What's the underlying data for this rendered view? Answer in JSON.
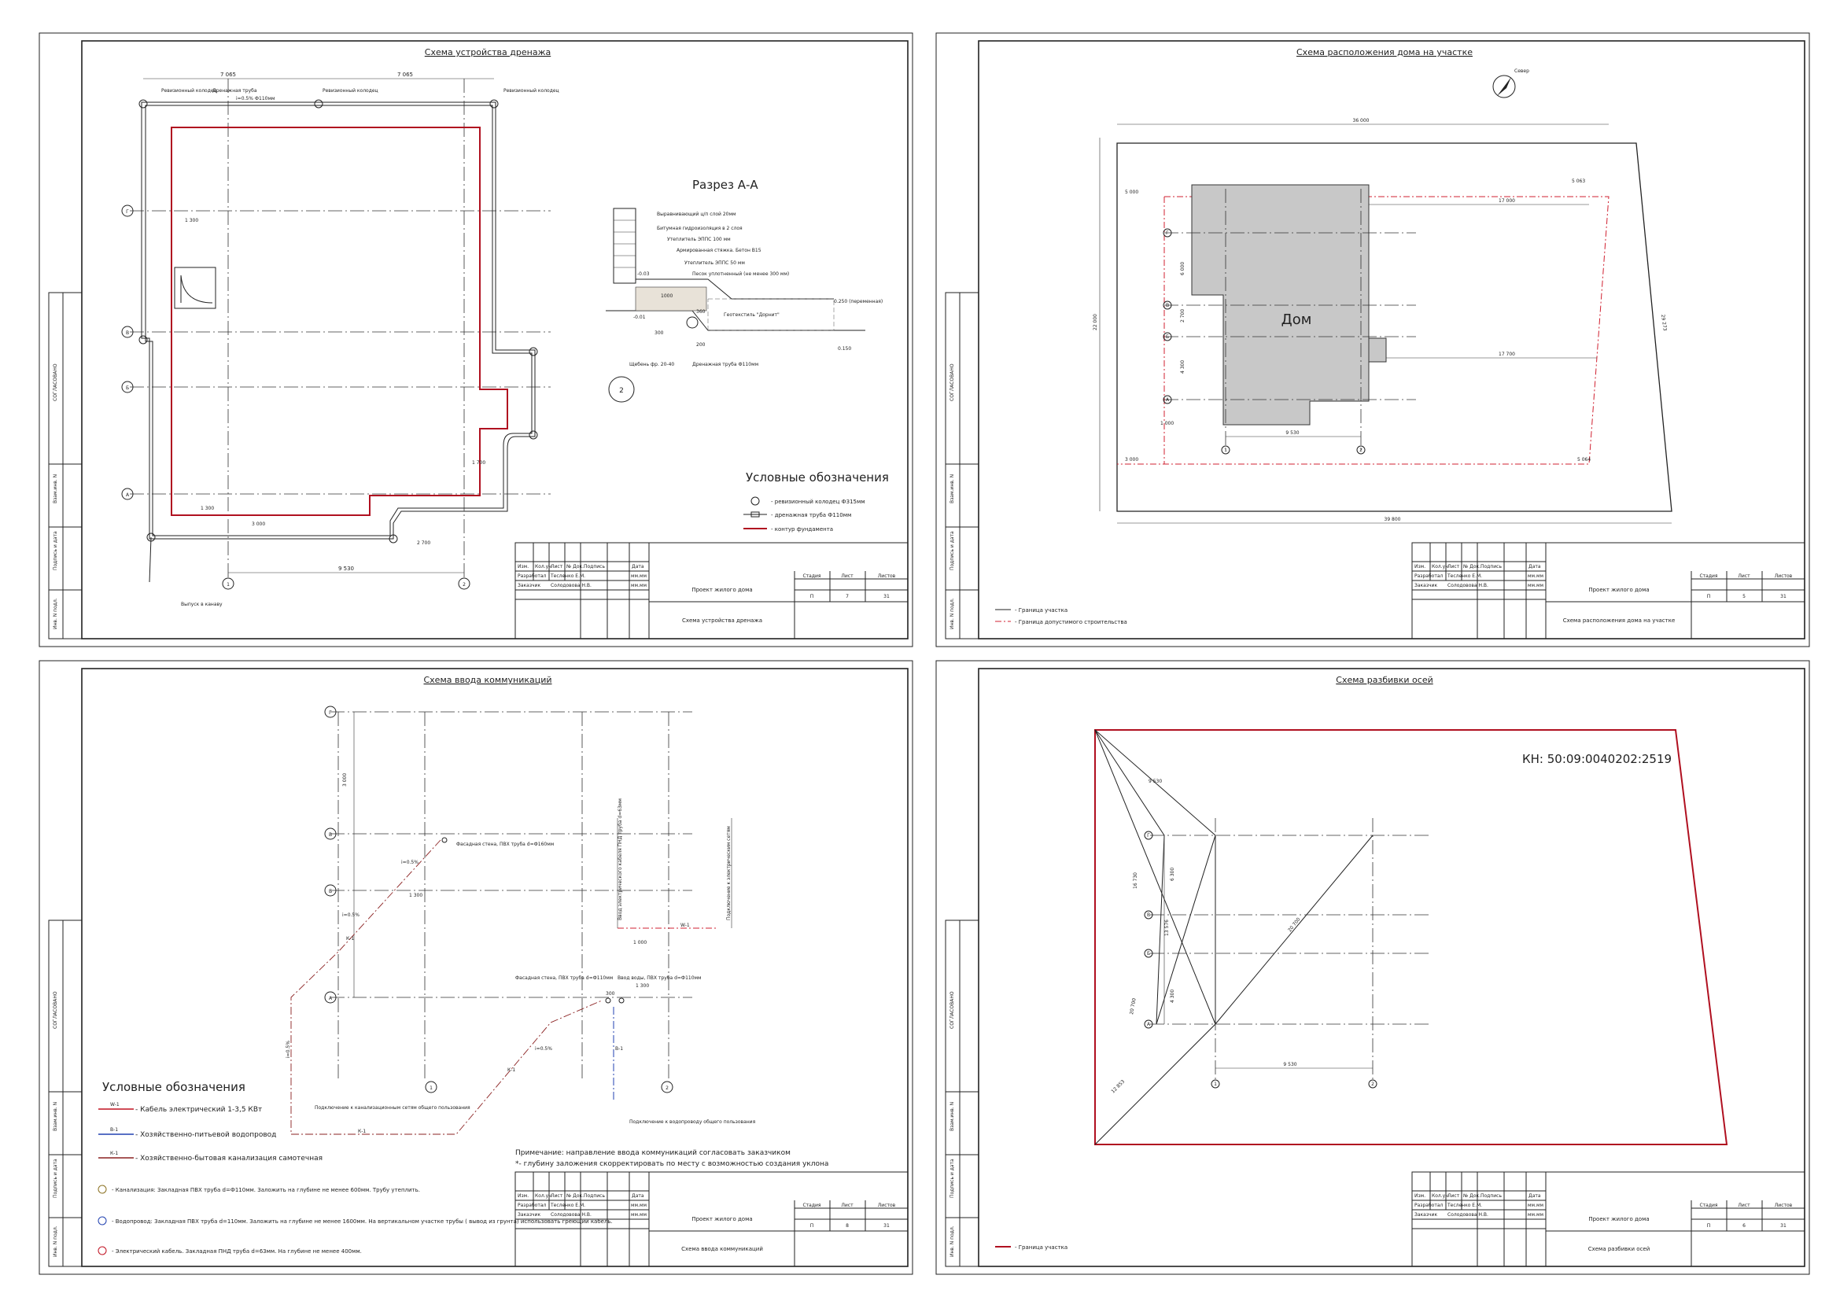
{
  "sheets": {
    "tl": {
      "title": "Схема устройства дренажа",
      "section": "Разрез А-А",
      "legend_title": "Условные обозначения",
      "legend": [
        "- ревизионный колодец Ф315мм",
        "- дренажная труба Ф110мм",
        "- контур фундамента"
      ],
      "layers": [
        "Выравнивающий ц/п слой  20мм",
        "Битумная гидроизоляция в 2 слоя",
        "Утеплитель ЭППС  100 мм",
        "Армированная стяжка. Бетон В15",
        "Утеплитель ЭППС  50 мм",
        "Песок уплотненный (не менее 300 мм)",
        "Геотекстиль \"Дорнит\"",
        "Щебень фр. 20-40",
        "Дренажная труба Ф110мм"
      ],
      "marks": [
        "-0.03",
        "-0.01",
        "0.250 (переменная)",
        "0.150",
        "1000",
        "360",
        "200",
        "300"
      ],
      "detail": "2",
      "axes": [
        "Г",
        "В",
        "Б",
        "А",
        "1",
        "2"
      ],
      "dims": [
        "7 065",
        "7 065",
        "9 530",
        "1 300",
        "2 700",
        "1 700",
        "3 000",
        "1 300"
      ],
      "well_label": "Ревизионный колодец",
      "pipe_label": "Дренажная труба",
      "slope_label": "i=0.5% Ф110мм",
      "outlet": "Выпуск в канаву",
      "stamp": {
        "project": "Проект жилого дома",
        "sheet_name": "Схема устройства дренажа",
        "stage": "П",
        "sheet": "7",
        "sheets": "31"
      }
    },
    "tr": {
      "title": "Схема расположения дома на участке",
      "north": "Север",
      "house": "Дом",
      "dims": [
        "36 000",
        "39 800",
        "22 000",
        "17 000",
        "17 700",
        "9 530",
        "5 000",
        "3 000",
        "5 063",
        "5 064",
        "29 273",
        "1 000",
        "6 000",
        "4 300",
        "2 700"
      ],
      "axes": [
        "Г",
        "В",
        "Б",
        "А",
        "1",
        "2"
      ],
      "legend": [
        "- Граница участка",
        "- Граница допустимого строительства"
      ],
      "stamp": {
        "project": "Проект жилого дома",
        "sheet_name": "Схема расположения дома на участке",
        "stage": "П",
        "sheet": "5",
        "sheets": "31"
      }
    },
    "bl": {
      "title": "Схема ввода коммуникаций",
      "labels": [
        "Фасадная стена, ПВХ труба d=Ф160мм",
        "Фасадная стена, ПВХ труба d=Ф110мм",
        "Ввод воды, ПВХ труба d=Ф110мм",
        "Ввод электрического кабеля ПНД труба d=63мм",
        "Подключение к электрическим сетям",
        "Подключение к канализационным сетям общего пользования",
        "Подключение к водопроводу общего пользования",
        "i=0.5%",
        "i=0.5%",
        "i=0.5%",
        "i=0.5%"
      ],
      "pipes": [
        "К-1",
        "К-1",
        "К-1",
        "В-1",
        "W-1"
      ],
      "dims": [
        "1 300",
        "1 000",
        "1 300",
        "300",
        "3 000"
      ],
      "axes": [
        "Г",
        "В",
        "Б",
        "А",
        "1",
        "2"
      ],
      "legend_title": "Условные обозначения",
      "legend": [
        {
          "code": "W-1",
          "text": "- Кабель электрический 1-3,5 КВт"
        },
        {
          "code": "В-1",
          "text": "- Хозяйственно-питьевой водопровод"
        },
        {
          "code": "К-1",
          "text": "- Хозяйственно-бытовая канализация самотечная"
        }
      ],
      "notes": [
        "- Канализация: Закладная ПВХ труба d=Ф110мм. Заложить на глубине не менее 600мм. Трубу утеплить.",
        "- Водопровод: Закладная ПВХ труба d=110мм. Заложить на глубине не менее 1600мм. На вертикальном участке трубы ( вывод из грунта) использовать греющий кабель.",
        "- Электрический кабель. Закладная ПНД труба d=63мм. На глубине не менее 400мм."
      ],
      "remark1": "Примечание: направление ввода коммуникаций согласовать заказчиком",
      "remark2": "*- глубину заложения скорректировать по месту с возможностью создания уклона",
      "stamp": {
        "project": "Проект жилого дома",
        "sheet_name": "Схема ввода коммуникаций",
        "stage": "П",
        "sheet": "8",
        "sheets": "31"
      }
    },
    "br": {
      "title": "Схема разбивки осей",
      "cadastre": "КН: 50:09:0040202:2519",
      "dims": [
        "9 530",
        "16 730",
        "20 700",
        "12 853",
        "9 530",
        "6 300",
        "4 300",
        "13 576",
        "20 700"
      ],
      "axes": [
        "Г",
        "В",
        "Б",
        "А",
        "1",
        "2"
      ],
      "legend": [
        "- Граница участка"
      ],
      "stamp": {
        "project": "Проект жилого дома",
        "sheet_name": "Схема разбивки осей",
        "stage": "П",
        "sheet": "6",
        "sheets": "31"
      }
    }
  },
  "stamp_common": {
    "headers": [
      "Изм.",
      "Кол.уч",
      "Лист",
      "№ Док.",
      "Подпись",
      "Дата"
    ],
    "roles": [
      "Разработал",
      "Заказчик"
    ],
    "names": [
      "Тесленко Е.М.",
      "Солодовова Н.В."
    ],
    "date": "мм.мм",
    "cols": [
      "Стадия",
      "Лист",
      "Листов"
    ]
  },
  "side_labels": [
    "СОГЛАСОВАНО",
    "Взам.инв. N",
    "Подпись и дата",
    "Инв. N подл."
  ]
}
